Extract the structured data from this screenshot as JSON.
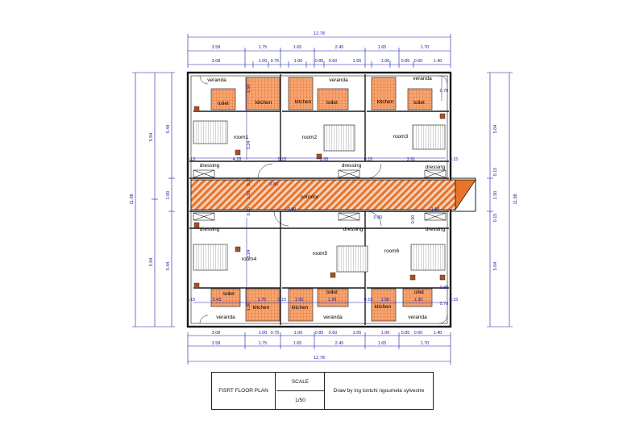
{
  "plan": {
    "top_total": "12.78",
    "top_row1": [
      "3.58",
      "1.75",
      "1.65",
      "2.45",
      "1.65",
      "1.70"
    ],
    "top_row2": [
      "3.08",
      "1.00",
      "0.75",
      "1.00",
      "0.85",
      "0.60",
      "1.65",
      "1.00",
      "0.85",
      "0.60",
      "1.40"
    ],
    "bottom_row2": [
      "3.08",
      "1.00",
      "0.75",
      "1.00",
      "0.85",
      "0.60",
      "1.65",
      "1.00",
      "0.85",
      "0.60",
      "1.40"
    ],
    "bottom_row1": [
      "3.58",
      "1.75",
      "1.65",
      "2.45",
      "1.65",
      "1.70"
    ],
    "bottom_total": "12.78",
    "left_total": "11.88",
    "left_upper": "5.94",
    "left_lower": "5.94",
    "left_inner_upper": "5.44",
    "left_inner_mid": "1.00",
    "left_inner_lower": "5.44",
    "right_total": "11.88",
    "right_upper": "5.04",
    "right_lower": "5.04",
    "right_mid": "1.50",
    "right_small_top": "0.15",
    "right_small_bottom": "0.15",
    "dims_small": {
      "d150_top": "1.50",
      "d324_top": "3.24",
      "d015": "0.15",
      "d428": "4.28",
      "d395": "3.95",
      "d391": "3.91",
      "d070": "0.70",
      "d080": "0.80",
      "d150": "1.50",
      "d324": "3.24",
      "d243": "2.43",
      "d170": "1.70",
      "d130": "1.30",
      "d100": "1.00",
      "d050": "0.50"
    }
  },
  "rooms": {
    "veranda": "veranda",
    "toilet": "toilet",
    "toilet_alt": "oilet",
    "kitchen": "kitchen",
    "dressing": "dressing",
    "corridor": "corridor",
    "room1": "room1",
    "room2": "room2",
    "room3": "room3",
    "room4": "room4",
    "room5": "room5",
    "room6": "room6"
  },
  "title_block": {
    "plan_name": "FISRT FLOOR PLAN",
    "scale_label": "SCALE",
    "scale_value": "1/50",
    "author": "Draw by ing lontchi ngoumela sylvestre"
  },
  "colors": {
    "wall": "#1a1a1a",
    "dimension": "#1a1aa8",
    "hatch": "#e8732a",
    "corridor_bg": "#f2c7a8",
    "wood": "#a0522d"
  }
}
